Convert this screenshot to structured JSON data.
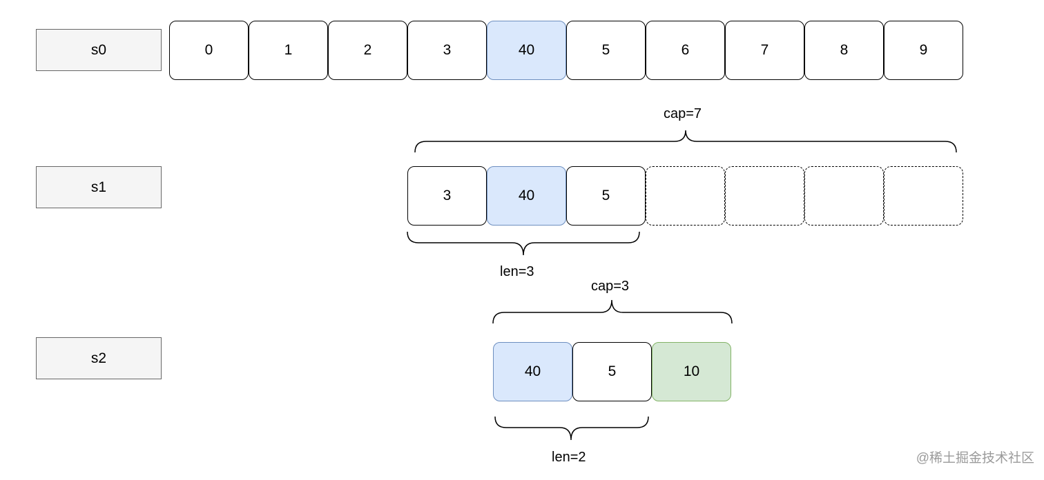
{
  "rows": {
    "s0": {
      "label": "s0",
      "cells": [
        "0",
        "1",
        "2",
        "3",
        "40",
        "5",
        "6",
        "7",
        "8",
        "9"
      ]
    },
    "s1": {
      "label": "s1",
      "cells": [
        "3",
        "40",
        "5",
        "",
        "",
        "",
        ""
      ],
      "cap_label": "cap=7",
      "len_label": "len=3"
    },
    "s2": {
      "label": "s2",
      "cells": [
        "40",
        "5",
        "10"
      ],
      "cap_label": "cap=3",
      "len_label": "len=2"
    }
  },
  "colors": {
    "highlight_blue": "#dae8fc",
    "blue_border": "#6c8ebf",
    "appended_green": "#d5e8d4",
    "green_border": "#82b366"
  },
  "watermark": "@稀土掘金技术社区"
}
